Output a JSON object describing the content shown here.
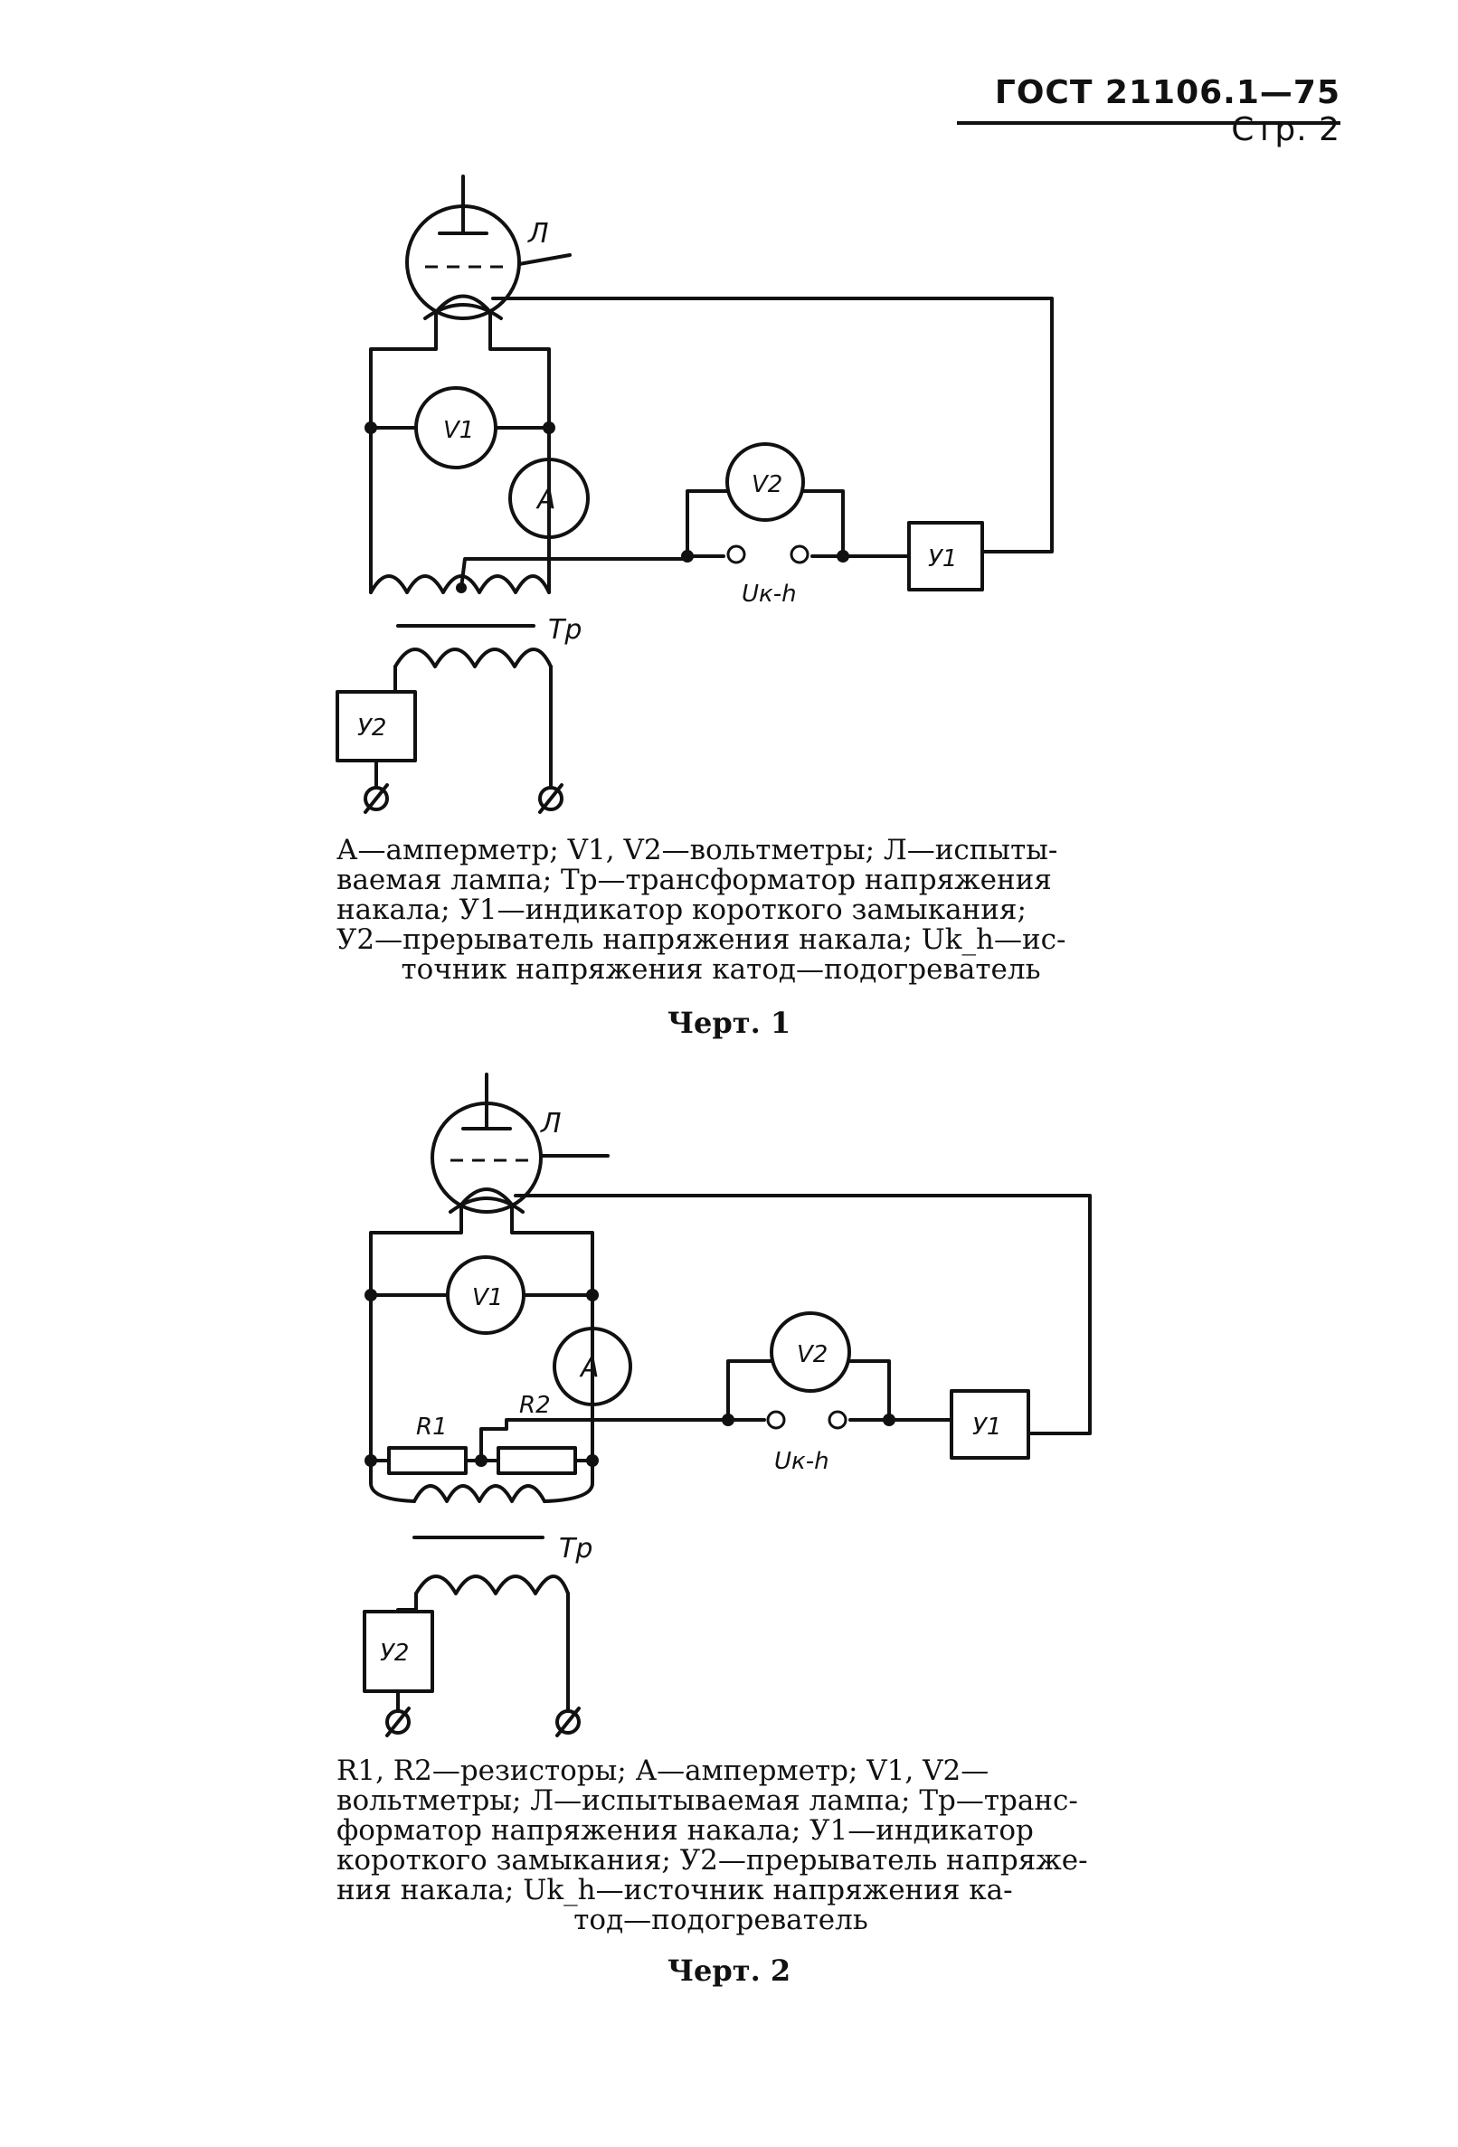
{
  "header": {
    "doc_code": "ГОСТ 21106.1—75",
    "page_label": "Стр. 2"
  },
  "figure1": {
    "labels": {
      "lamp": "Л",
      "voltmeter1": "V1",
      "voltmeter2": "V2",
      "ammeter": "A",
      "source": "Uк-h",
      "transformer": "Тр",
      "indicator": "У1",
      "interrupter": "У2"
    },
    "caption_lines": [
      "А—амперметр; V1, V2—вольтметры; Л—испыты-",
      "ваемая лампа; Тр—трансформатор напряжения",
      "накала; У1—индикатор короткого замыкания;",
      "У2—прерыватель напряжения накала; Uk_h—ис-",
      "точник напряжения катод—подогреватель"
    ],
    "title": "Черт. 1"
  },
  "figure2": {
    "labels": {
      "lamp": "Л",
      "voltmeter1": "V1",
      "voltmeter2": "V2",
      "ammeter": "A",
      "resistor1": "R1",
      "resistor2": "R2",
      "source": "Uк-h",
      "transformer": "Тр",
      "indicator": "У1",
      "interrupter": "У2"
    },
    "caption_lines": [
      "R1, R2—резисторы; А—амперметр; V1, V2—",
      "вольтметры; Л—испытываемая лампа; Тр—транс-",
      "форматор напряжения накала; У1—индикатор",
      "короткого замыкания; У2—прерыватель напряже-",
      "ния накала; Uk_h—источник напряжения ка-",
      "тод—подогреватель"
    ],
    "title": "Черт. 2"
  }
}
